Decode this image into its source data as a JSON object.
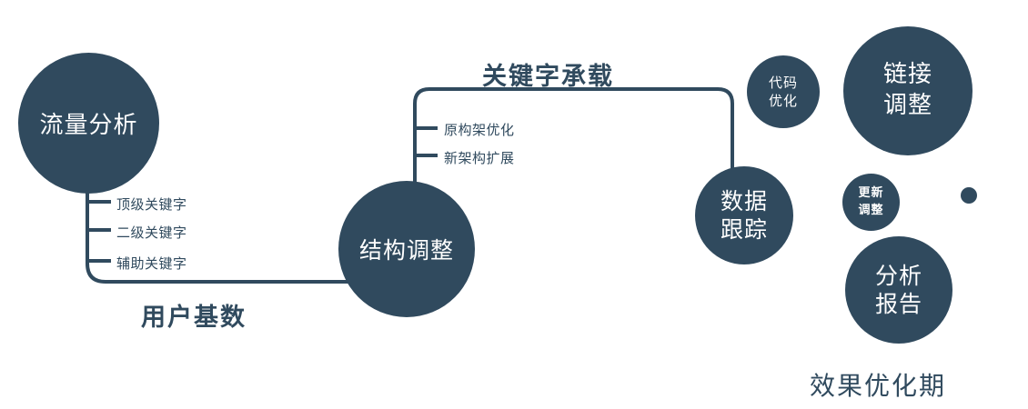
{
  "colors": {
    "primary": "#304A5E",
    "text_on_dark": "#ffffff",
    "background": "#ffffff"
  },
  "nodes": {
    "traffic": {
      "label": "流量分析"
    },
    "structure": {
      "label": "结构调整"
    },
    "tracking": {
      "lines": [
        "数据",
        "跟踪"
      ]
    },
    "code": {
      "lines": [
        "代码",
        "优化"
      ]
    },
    "link": {
      "lines": [
        "链接",
        "调整"
      ]
    },
    "update": {
      "lines": [
        "更新",
        "调整"
      ]
    },
    "report": {
      "lines": [
        "分析",
        "报告"
      ]
    }
  },
  "branches": {
    "traffic": [
      "顶级关键字",
      "二级关键字",
      "辅助关键字"
    ],
    "structure": [
      "原构架优化",
      "新架构扩展"
    ]
  },
  "edge_labels": {
    "user_base": "用户基数",
    "keyword_load": "关键字承载"
  },
  "caption": "效果优化期"
}
